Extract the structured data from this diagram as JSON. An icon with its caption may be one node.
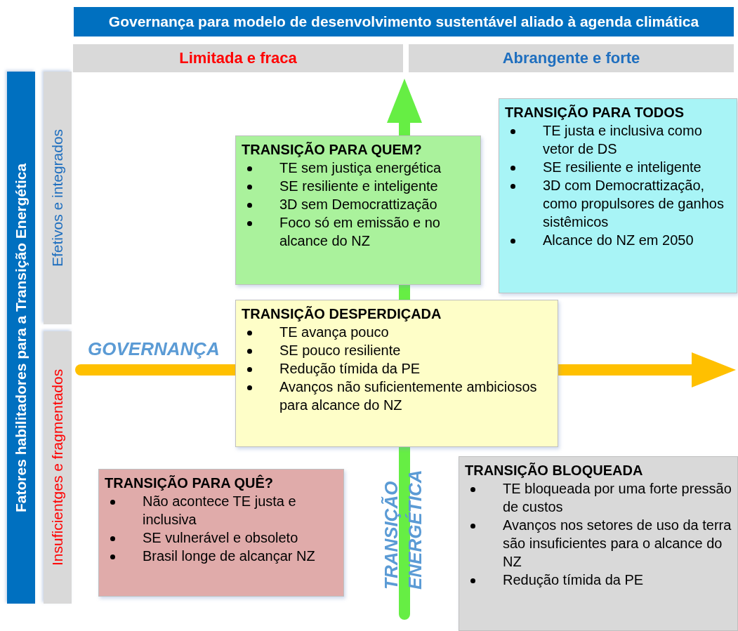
{
  "diagram": {
    "nodes": [
      {
        "text": [
          "Governança para modelo de desenvolvimento sustentável aliado à agenda climática"
        ]
      },
      {
        "text": [
          "Limitada e fraca"
        ]
      },
      {
        "text": [
          "Abrangente e forte"
        ]
      },
      {
        "text": [
          "Fatores habilitadores para a Transição Energética"
        ]
      },
      {
        "text": [
          "Efetivos e integrados"
        ]
      },
      {
        "text": [
          "Insuficientges e fragmentados"
        ]
      },
      {
        "text": [
          "TRANSIÇÃO PARA QUEM?",
          "TE sem justiça energética",
          "SE resiliente e inteligente",
          "3D sem Democrattização",
          "Foco só em emissão e no alcance do NZ"
        ]
      },
      {
        "text": [
          "TRANSIÇÃO PARA TODOS",
          "TE justa e inclusiva como vetor de DS",
          "SE resiliente e inteligente",
          "3D com Democrattização, como propulsores de ganhos sistêmicos",
          "Alcance do NZ em 2050"
        ]
      },
      {
        "text": [
          "TRANSIÇÃO DESPERDIÇADA",
          "TE avança pouco",
          "SE pouco resiliente",
          "Redução tímida da PE",
          "Avanços não suficientemente ambiciosos para alcance do NZ"
        ]
      },
      {
        "text": [
          "TRANSIÇÃO PARA QUÊ?",
          "Não acontece TE justa e inclusiva",
          "SE vulnerável e obsoleto",
          "Brasil longe de alcançar NZ"
        ]
      },
      {
        "text": [
          "TRANSIÇÃO BLOQUEADA",
          "TE bloqueada por uma forte pressão de custos",
          "Avanços nos setores de uso da terra são insuficientes para o alcance do NZ",
          "Redução tímida da PE"
        ]
      }
    ],
    "labels": [
      "GOVERNANÇA",
      "TRANSIÇÃO ENERGÉTICA"
    ]
  }
}
